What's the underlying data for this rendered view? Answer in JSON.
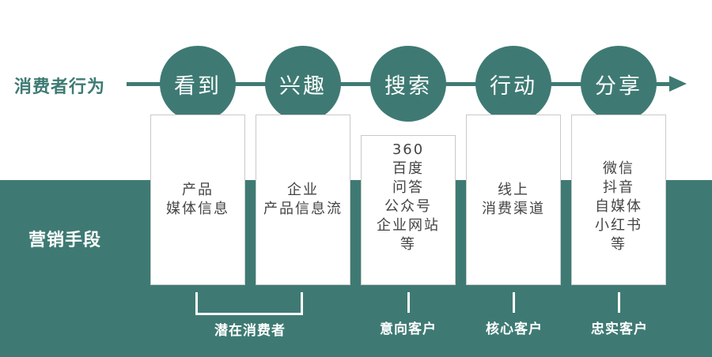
{
  "labels": {
    "consumer_behavior": "消费者行为",
    "marketing_means": "营销手段"
  },
  "stages": [
    {
      "name": "看到",
      "methods": [
        "产品",
        "媒体信息"
      ]
    },
    {
      "name": "兴趣",
      "methods": [
        "企业",
        "产品信息流"
      ]
    },
    {
      "name": "搜索",
      "methods": [
        "360",
        "百度",
        "问答",
        "公众号",
        "企业网站",
        "等"
      ]
    },
    {
      "name": "行动",
      "methods": [
        "线上",
        "消费渠道"
      ]
    },
    {
      "name": "分享",
      "methods": [
        "微信",
        "抖音",
        "自媒体",
        "小红书",
        "等"
      ]
    }
  ],
  "outcomes": {
    "potential": "潜在消费者",
    "intent": "意向客户",
    "core": "核心客户",
    "loyal": "忠实客户"
  },
  "colors": {
    "accent": "#3e7a73",
    "card_border": "#c9c9c9",
    "card_text": "#444444"
  }
}
